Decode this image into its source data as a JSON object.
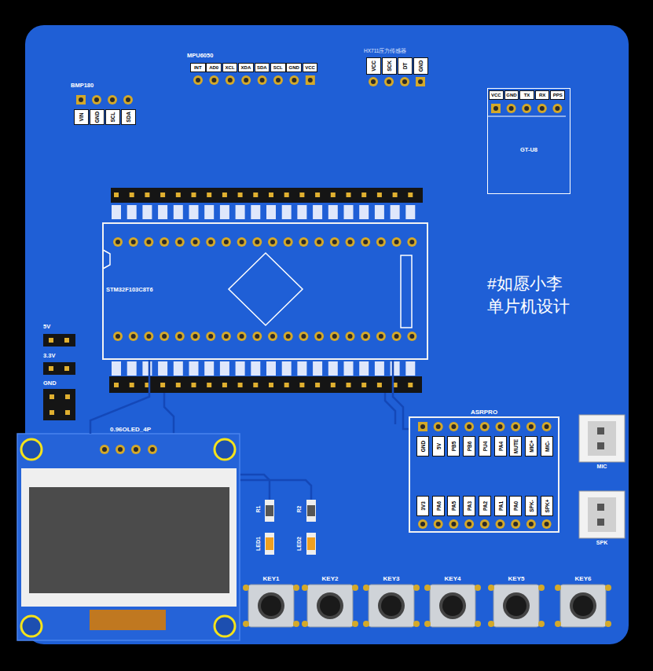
{
  "diagram": {
    "nodes": [
      {
        "text": [
          "GT-U8"
        ]
      },
      {
        "text": [
          "STM32F103C8T6"
        ]
      },
      {
        "text": [
          "ASRPRO"
        ]
      },
      {
        "text": [
          "MIC"
        ]
      },
      {
        "text": [
          "0.96OLED_4P"
        ]
      },
      {
        "text": [
          "SPK"
        ]
      },
      {
        "text": [
          "KEY1"
        ]
      },
      {
        "text": [
          "KEY2"
        ]
      },
      {
        "text": [
          "KEY3"
        ]
      },
      {
        "text": [
          "KEY4"
        ]
      },
      {
        "text": [
          "KEY5"
        ]
      },
      {
        "text": [
          "KEY6"
        ]
      }
    ],
    "edges": [
      {
        "from": 1,
        "to": 4,
        "arrow": "none"
      },
      {
        "from": 1,
        "to": 2,
        "arrow": "none"
      }
    ],
    "labels": [
      "MPU6050",
      "INT",
      "AD0",
      "XCL",
      "XDA",
      "SDA",
      "SCL",
      "GND",
      "VCC",
      "HX711压力传感器",
      "VCC",
      "SCK",
      "DT",
      "GND",
      "BMP180",
      "VIN",
      "GND",
      "SCL",
      "SDA",
      "VCC",
      "GND",
      "TX",
      "RX",
      "PPS",
      "#如愿小李",
      "单片机设计",
      "5V",
      "3.3V",
      "GND",
      "GND",
      "5V",
      "PB5",
      "PB6",
      "PU4",
      "PA4",
      "MUTE",
      "MIC+",
      "MIC-",
      "3V3",
      "PA6",
      "PA5",
      "PA3",
      "PA2",
      "PA1",
      "PA0",
      "SPK-",
      "SPK+",
      "R1",
      "LED1",
      "R2",
      "LED2"
    ]
  }
}
